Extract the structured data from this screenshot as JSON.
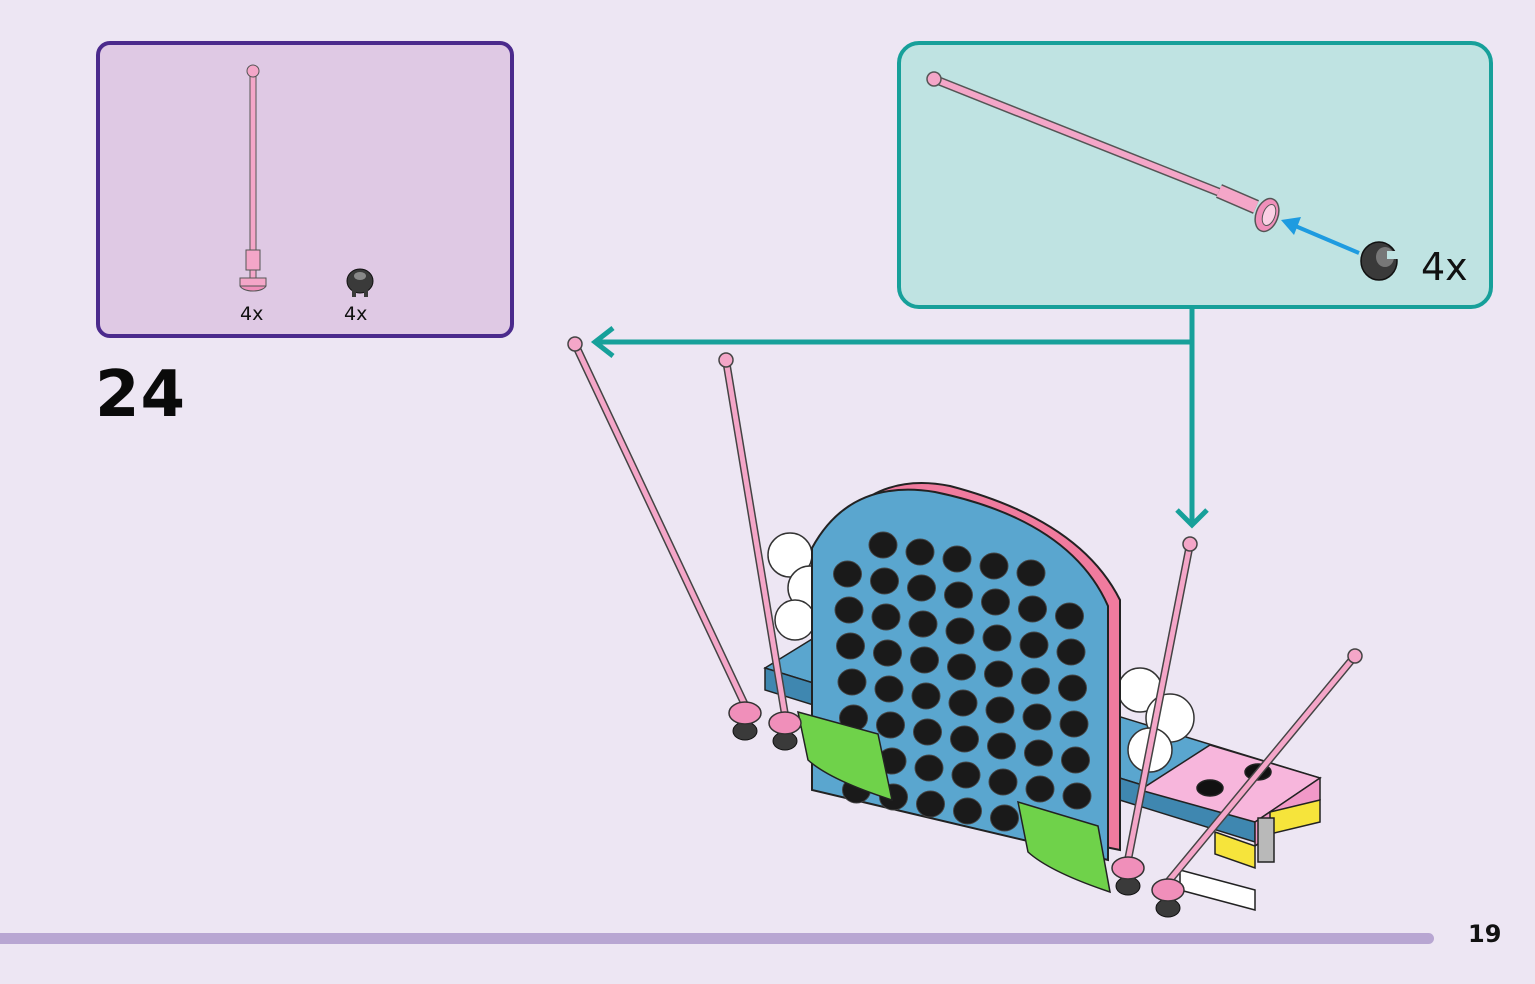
{
  "step": {
    "number": "24"
  },
  "parts_list": {
    "items": [
      {
        "icon": "antenna-whip-icon",
        "count": "4x",
        "color": "#f4a6c8"
      },
      {
        "icon": "clip-holder-icon",
        "count": "4x",
        "color": "#3a3a3a"
      }
    ],
    "border_color": "#4b2a8c",
    "background": "#dfc9e4"
  },
  "sub_assembly": {
    "count": "4x",
    "border_color": "#17a09a",
    "background": "#bfe3e2"
  },
  "page": {
    "number": "19",
    "bar_color": "#b8a6d2"
  },
  "colors": {
    "page_background": "#ede6f3",
    "arrow": "#17a09a",
    "insert_arrow": "#1e9be0",
    "antenna_pink": "#f4a6c8",
    "plate_blue": "#5aa6cf",
    "accent_green": "#6fd24a",
    "brick_pink": "#f7b6dc"
  }
}
